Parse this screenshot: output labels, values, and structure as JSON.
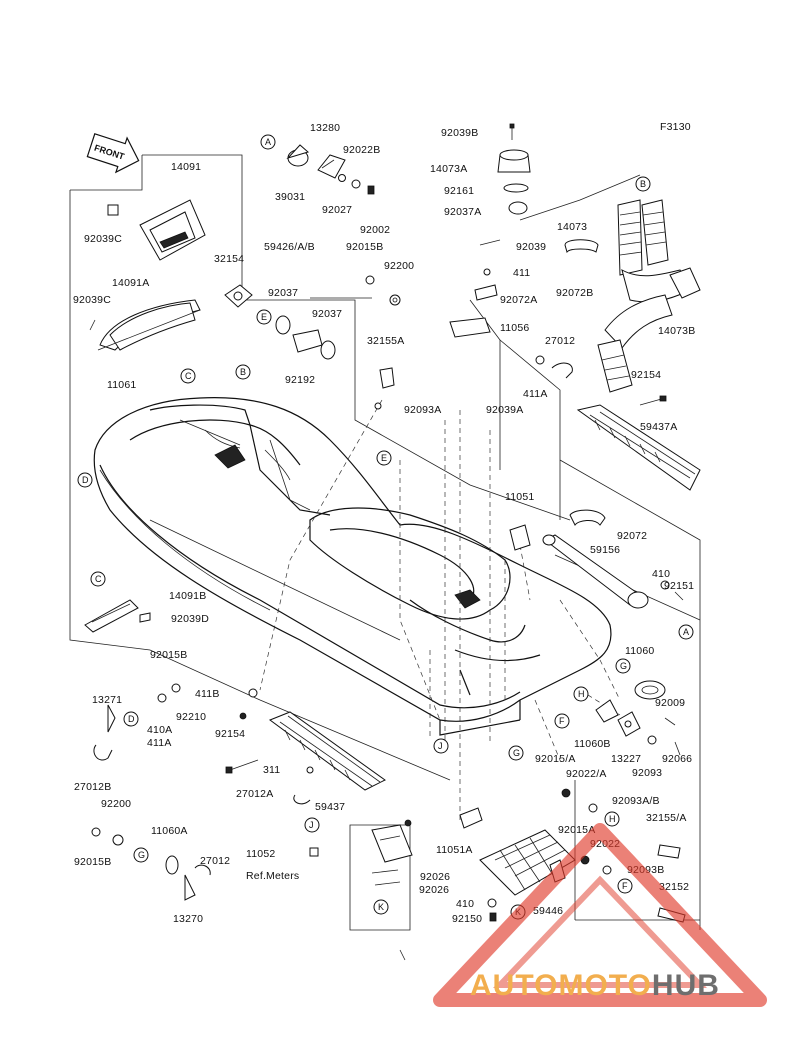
{
  "figure_code": "F3130",
  "front_label": "FRONT",
  "parts": {
    "p92039B": "92039B",
    "p14073A": "14073A",
    "p92161": "92161",
    "p92037A": "92037A",
    "p13280": "13280",
    "p92022B": "92022B",
    "p39031": "39031",
    "p92027": "92027",
    "p92002": "92002",
    "p14091": "14091",
    "p92039C_top": "92039C",
    "p59426": "59426/A/B",
    "p92015B_top": "92015B",
    "p32154": "32154",
    "p92200_top": "92200",
    "p92039": "92039",
    "p411": "411",
    "p92072A": "92072A",
    "p14073": "14073",
    "p92072B": "92072B",
    "p14091A": "14091A",
    "p92039C_mid": "92039C",
    "p92037_a": "92037",
    "p92037_b": "92037",
    "p11056": "11056",
    "p27012_top": "27012",
    "p14073B": "14073B",
    "p32155A": "32155A",
    "p11061": "11061",
    "p92192": "92192",
    "p411A": "411A",
    "p92154_right": "92154",
    "p92093A": "92093A",
    "p92039A": "92039A",
    "p59437A": "59437A",
    "p11051": "11051",
    "p92072": "92072",
    "p59156": "59156",
    "p410_right": "410",
    "p92151": "92151",
    "p14091B": "14091B",
    "p92039D": "92039D",
    "p11060": "11060",
    "p92015B_left": "92015B",
    "p411B": "411B",
    "p92009": "92009",
    "p13271": "13271",
    "p410A": "410A",
    "p411A_left": "411A",
    "p92210": "92210",
    "p11060B": "11060B",
    "p13227": "13227",
    "p92154_left": "92154",
    "p92015A_a": "92015/A",
    "p92093": "92093",
    "p92066": "92066",
    "p311": "311",
    "p92022A": "92022/A",
    "p27012B": "27012B",
    "p27012A": "27012A",
    "p59437": "59437",
    "p92093AB": "92093A/B",
    "p32155A_right": "32155/A",
    "p92200_left": "92200",
    "p11060A": "11060A",
    "p92015A_b": "92015A",
    "p92022": "92022",
    "p11051A": "11051A",
    "p92015B_bottom": "92015B",
    "p27012_bottom": "27012",
    "p11052": "11052",
    "p92026_a": "92026",
    "p92093B": "92093B",
    "p32152": "32152",
    "p92026_b": "92026",
    "p13270": "13270",
    "p410_bottom": "410",
    "p59446": "59446",
    "p92150": "92150",
    "ref_meters": "Ref.Meters"
  },
  "callouts": {
    "A": "A",
    "B": "B",
    "C": "C",
    "D": "D",
    "E": "E",
    "F": "F",
    "G": "G",
    "H": "H",
    "J": "J",
    "K": "K"
  },
  "watermark": "AUTOMOTOHUB",
  "colors": {
    "watermark_red": "#e03a2a",
    "watermark_orange": "#f0a030",
    "watermark_gray": "#555555",
    "ink": "#111111"
  }
}
